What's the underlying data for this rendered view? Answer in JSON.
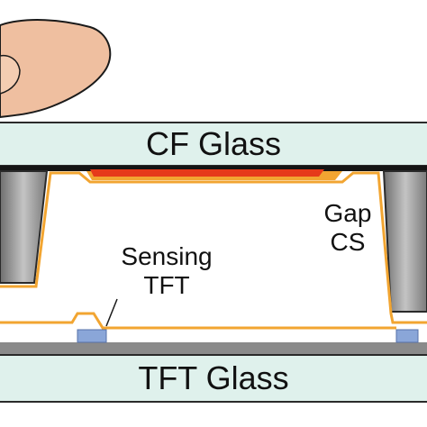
{
  "labels": {
    "cf_glass": "CF Glass",
    "tft_glass": "TFT Glass",
    "sensing": "Sensing",
    "tft": "TFT",
    "gap": "Gap",
    "cs": "CS"
  },
  "colors": {
    "glass_fill": "#dff1ec",
    "glass_stroke": "#2a2a2a",
    "finger_fill": "#efbfa0",
    "finger_stroke": "#1a1a1a",
    "black_matrix": "#141414",
    "red_electrode": "#e63a1a",
    "orange_trace": "#f2a531",
    "spacer_gray": "#9a9a9a",
    "tft_pad_blue": "#8aa6d8",
    "substrate_gray": "#8a8a8a"
  },
  "icons": {
    "finger": "finger-touch-illustration"
  }
}
